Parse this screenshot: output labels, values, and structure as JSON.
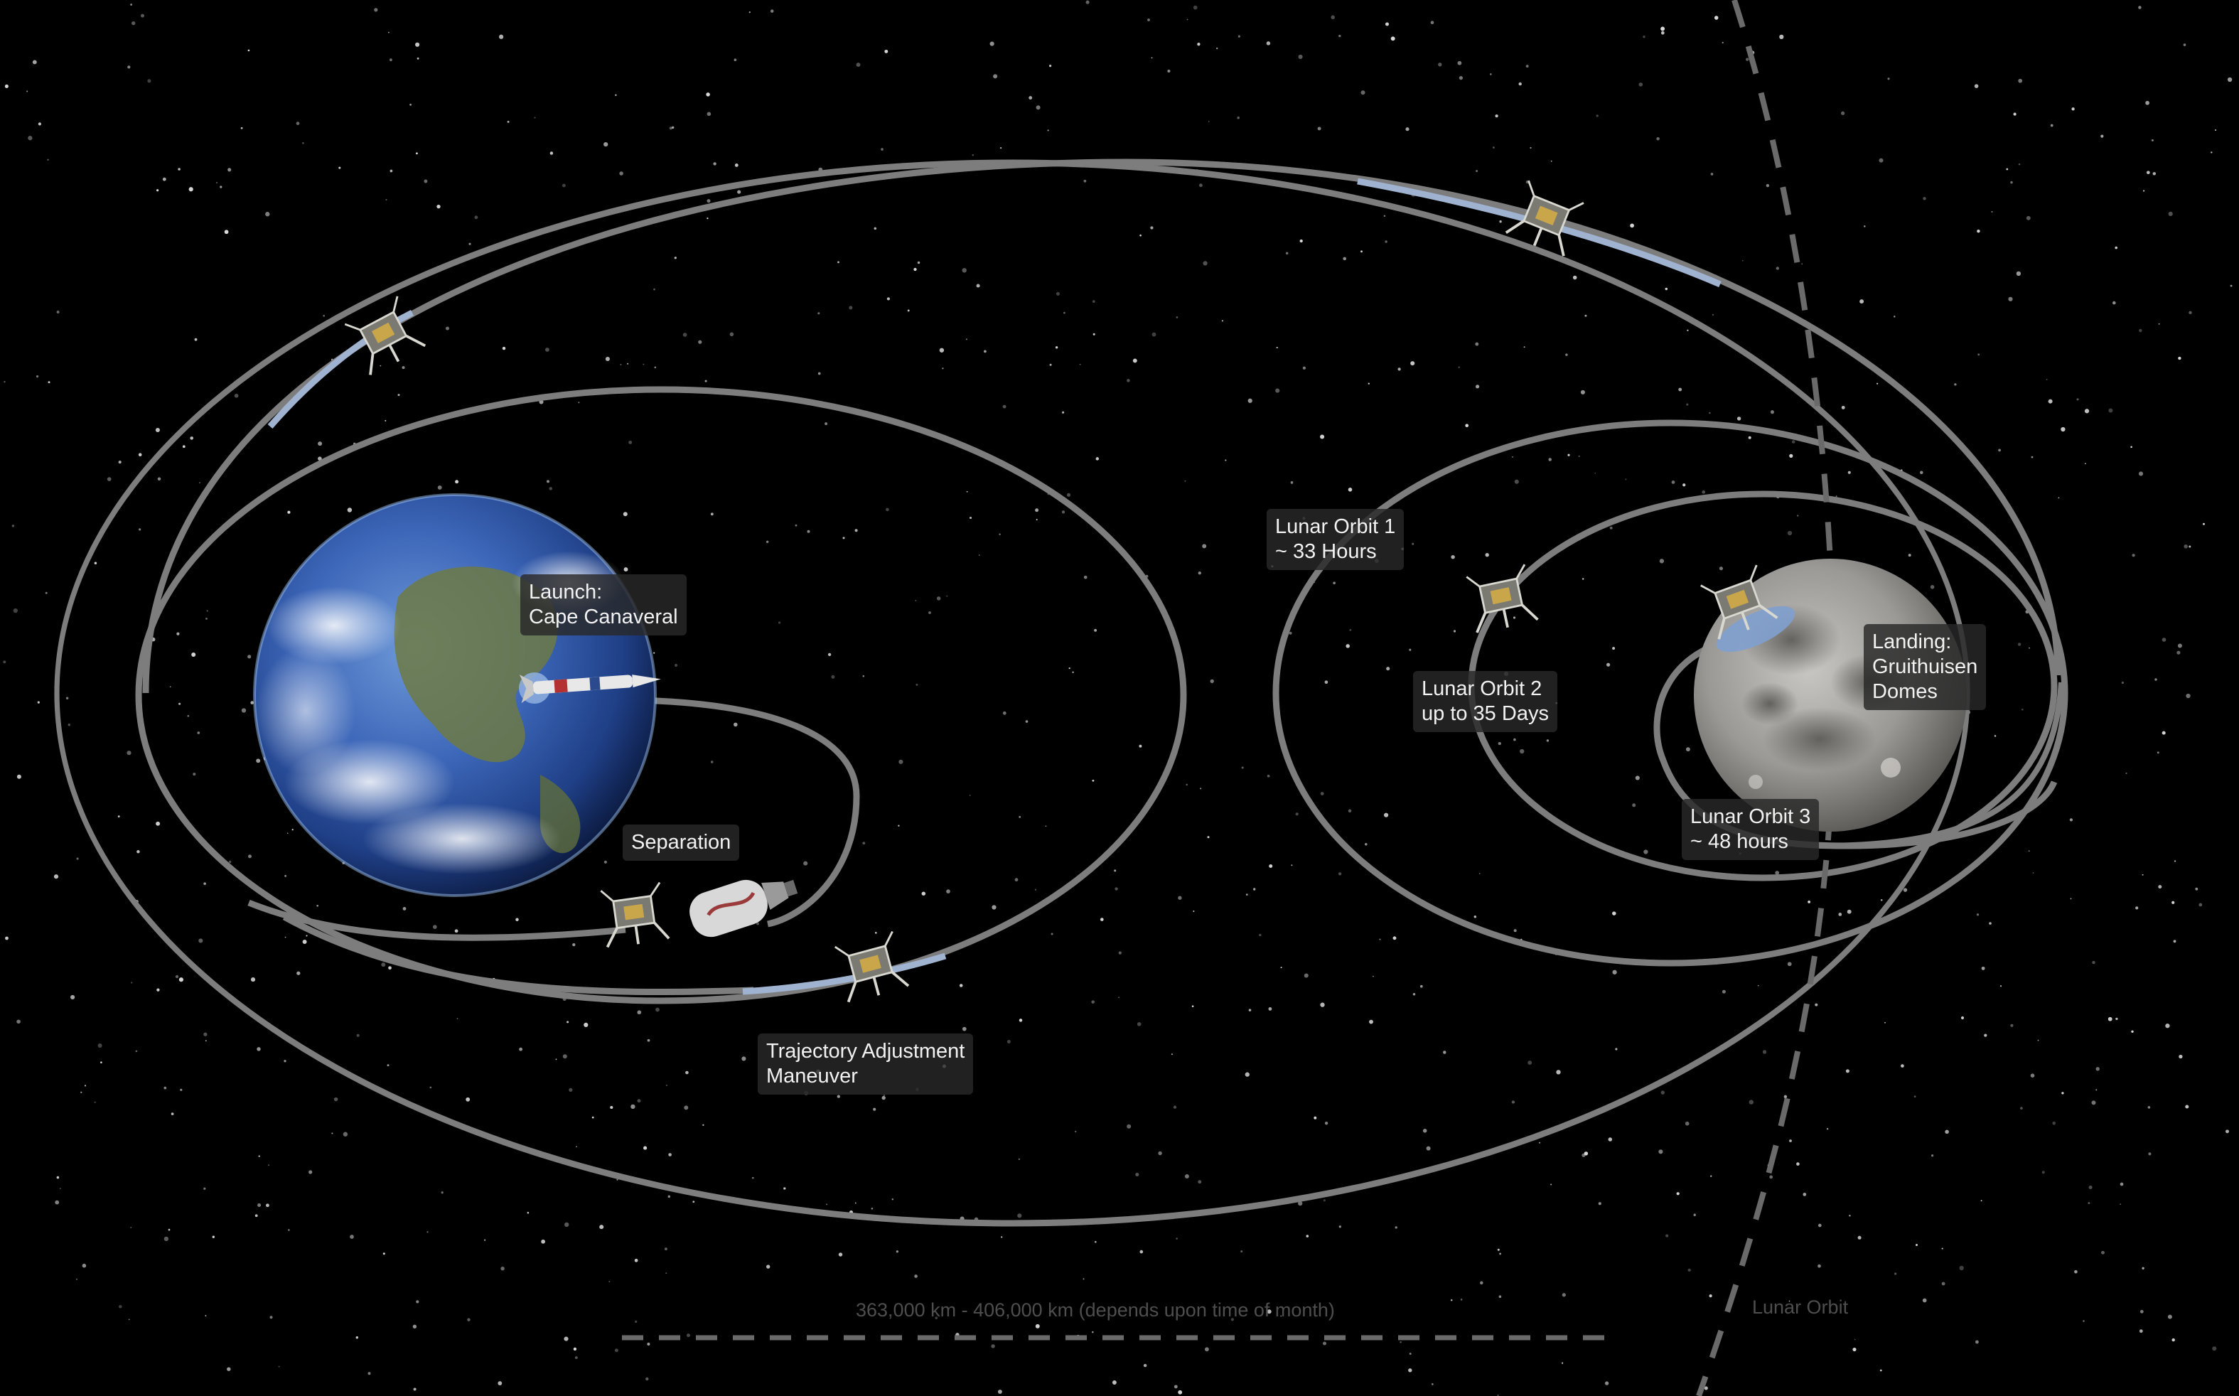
{
  "labels": {
    "launch": {
      "line1": "Launch:",
      "line2": "Cape Canaveral"
    },
    "separation": {
      "line1": "Separation"
    },
    "trajectory": {
      "line1": "Trajectory Adjustment",
      "line2": "Maneuver"
    },
    "lunar_orbit_1": {
      "line1": "Lunar Orbit 1",
      "line2": "~ 33 Hours"
    },
    "lunar_orbit_2": {
      "line1": "Lunar Orbit 2",
      "line2": "up to 35 Days"
    },
    "lunar_orbit_3": {
      "line1": "Lunar Orbit 3",
      "line2": "~ 48 hours"
    },
    "landing": {
      "line1": "Landing:",
      "line2": "Gruithuisen",
      "line3": "Domes"
    }
  },
  "distance_note": "363,000 km - 406,000 km (depends upon time of month)",
  "lunar_orbit_note": "Lunar Orbit",
  "colors": {
    "background": "#000000",
    "trajectory_path": "#7d7d7d",
    "highlight_segment": "#9fb3d1",
    "label_background": "#2b2b2b",
    "label_text": "#f2f2f2",
    "faint_text": "#4e4e4e"
  },
  "icons": [
    "earth",
    "moon",
    "rocket",
    "lander-spacecraft",
    "upper-stage",
    "landing-site-marker"
  ]
}
